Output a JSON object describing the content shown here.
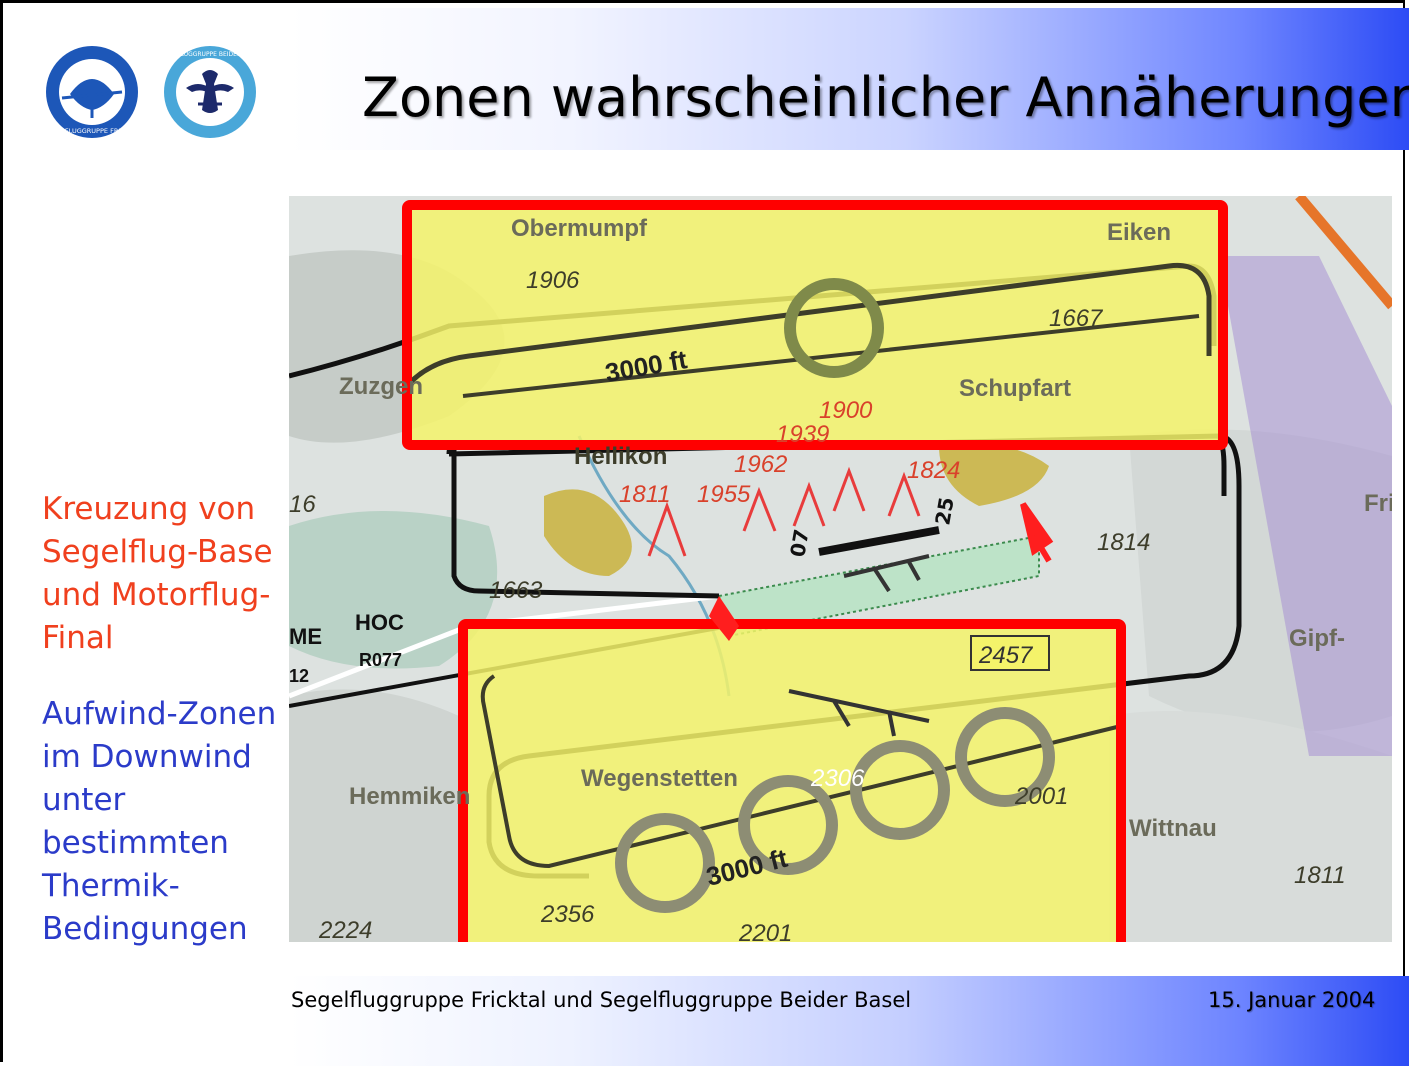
{
  "slide": {
    "title": "Zonen wahrscheinlicher Annäherungen",
    "side_text_red": [
      "Kreuzung von",
      "Segelflug-Base",
      "und Motorflug-",
      "Final"
    ],
    "side_text_blue": [
      "Aufwind-Zonen",
      "im Downwind",
      "unter",
      "bestimmten",
      "Thermik-",
      "Bedingungen"
    ],
    "footer_left": "Segelfluggruppe Fricktal und Segelfluggruppe Beider Basel",
    "footer_right": "15. Januar 2004",
    "logos": [
      {
        "name": "Segelfluggruppe Fricktal logo",
        "text": "SEGELFLUGGRUPPE FRICKTAL"
      },
      {
        "name": "Segelfluggruppe Beider Basel logo",
        "text": "SEGELFLUGGRUPPE BEIDER BASEL"
      }
    ]
  },
  "map": {
    "places": [
      "Obermumpf",
      "Eiken",
      "Zuzgen",
      "Schupfart",
      "Hellikon",
      "Wegenstetten",
      "Hemmiken",
      "Wittnau",
      "Gipf-",
      "Fri"
    ],
    "elevations": [
      "1906",
      "1667",
      "1900",
      "1939",
      "1962",
      "1824",
      "1811",
      "1955",
      "1814",
      "1663",
      "2457",
      "2306",
      "2201",
      "2356",
      "2224",
      "1811",
      "2001",
      "16"
    ],
    "altitudes": [
      "3000 ft",
      "3000 ft"
    ],
    "runway_numbers": [
      "07",
      "25"
    ],
    "route_labels": [
      "ME",
      "HOC",
      "R077",
      "12"
    ],
    "colors": {
      "zone_fill": "#f4f36a",
      "zone_border": "#ff0000",
      "thermal_circle": "#7f8a4a",
      "thermal_circle_gray": "#8d8d74",
      "arrow": "#ff1e1e",
      "circuit_line": "#111111"
    }
  }
}
